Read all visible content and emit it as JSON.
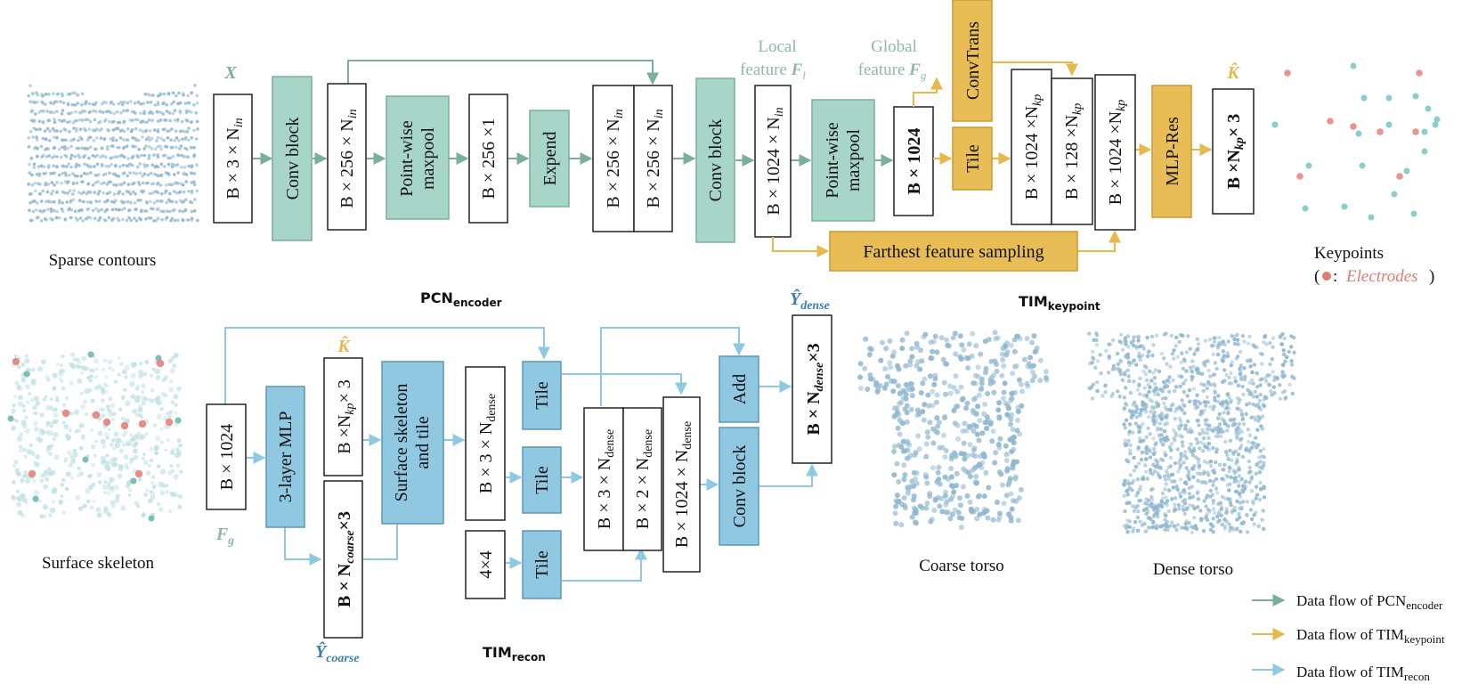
{
  "colors": {
    "green_box": "#a7d5c7",
    "green_line": "#7aaf9e",
    "orange_box": "#e9bd55",
    "orange_line": "#e8b84a",
    "blue_box": "#91c8e1",
    "blue_line": "#8ec9e4",
    "red_point": "#e47a72",
    "cloud_blue": "#8fb7cf"
  },
  "images": {
    "sparse_contours": "Sparse contours",
    "surface_skeleton": "Surface skeleton",
    "keypoints": "Keypoints",
    "keypoints_legend_prefix": "(",
    "keypoints_legend_mid": " : ",
    "keypoints_legend_electrodes": "Electrodes",
    "keypoints_legend_suffix": ")",
    "coarse_torso": "Coarse torso",
    "dense_torso": "Dense torso"
  },
  "section_labels": {
    "pcn_main": "PCN",
    "pcn_sub": "encoder",
    "tim_kp_main": "TIM",
    "tim_kp_sub": "keypoint",
    "tim_recon_main": "TIM",
    "tim_recon_sub": "recon"
  },
  "symbols": {
    "X": "X",
    "K_hat": "K̂",
    "K_hat_recon": "K̂",
    "Fg": "F",
    "Fg_sub": "g",
    "Y_dense": "Ŷ",
    "Y_dense_sub": "dense",
    "Y_coarse": "Ŷ",
    "Y_coarse_sub": "coarse",
    "local_feature_l1": "Local",
    "local_feature_l2": "feature ",
    "local_feature_sym": "F",
    "local_feature_sub": "l",
    "global_feature_l1": "Global",
    "global_feature_l2": "feature ",
    "global_feature_sym": "F",
    "global_feature_sub": "g"
  },
  "encoder": {
    "input": "B × 3 × N",
    "input_sub": "in",
    "conv1": "Conv block",
    "t256": "B × 256 × N",
    "t256_sub": "in",
    "pool1_l1": "Point-wise",
    "pool1_l2": "maxpool",
    "t256x1": "B × 256 ×1",
    "expand": "Expend",
    "cat_a": "B × 256 × N",
    "cat_a_sub": "in",
    "cat_b": "B × 256 × N",
    "cat_b_sub": "in",
    "conv2": "Conv block",
    "t1024": "B × 1024 × N",
    "t1024_sub": "in",
    "pool2_l1": "Point-wise",
    "pool2_l2": "maxpool",
    "global": "B × 1024"
  },
  "keypoint": {
    "convtrans": "ConvTrans",
    "tile": "Tile",
    "kp1": "B × 1024 ×N",
    "kp1_sub": "kp",
    "kp2": "B × 128 ×N",
    "kp2_sub": "kp",
    "kp3": "B × 1024 ×N",
    "kp3_sub": "kp",
    "mlpres": "MLP-Res",
    "output": "B ×N",
    "output_sub": "kp",
    "output_suffix": "× 3",
    "ffs": "Farthest feature sampling"
  },
  "recon": {
    "b1024": "B × 1024",
    "mlp": "3-layer MLP",
    "kp_in": "B ×N",
    "kp_in_sub": "kp",
    "kp_in_suffix": "× 3",
    "coarse": "B × N",
    "coarse_sub": "coarse",
    "coarse_suffix": "×3",
    "skeleton_l1": "Surface skeleton",
    "skeleton_l2": "and tile",
    "dense3": "B × 3 × N",
    "dense3_sub": "dense",
    "grid": "4×4",
    "tile1": "Tile",
    "tile2": "Tile",
    "tile3": "Tile",
    "c1": "B × 3 × N",
    "c1_sub": "dense",
    "c2": "B × 2 × N",
    "c2_sub": "dense",
    "c3": "B × 1024 × N",
    "c3_sub": "dense",
    "add": "Add",
    "conv": "Conv block",
    "dense_out": "B × N",
    "dense_out_sub": "dense",
    "dense_out_suffix": "×3"
  },
  "legend": [
    {
      "text": "Data flow of PCN",
      "sub": "encoder",
      "color": "#7aaf9e"
    },
    {
      "text": "Data flow of TIM",
      "sub": "keypoint",
      "color": "#e8b84a"
    },
    {
      "text": "Data flow of  TIM",
      "sub": "recon",
      "color": "#8ec9e4"
    }
  ]
}
